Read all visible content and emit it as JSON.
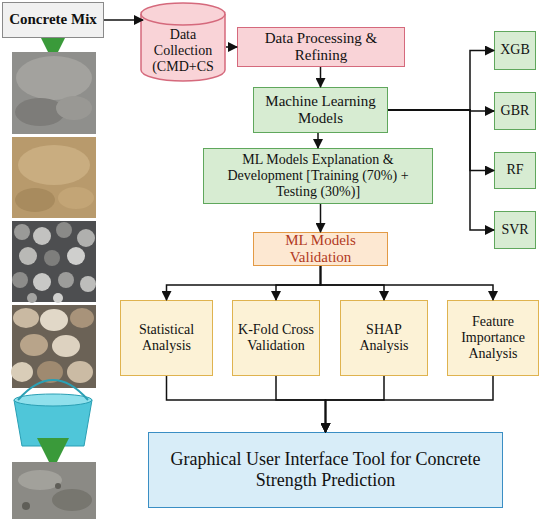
{
  "diagram": {
    "nodes": [
      {
        "text": [
          "Concrete Mix"
        ]
      },
      {
        "text": [
          "Data Collection (CMD+CS"
        ]
      },
      {
        "text": [
          "Data Processing & Refining"
        ]
      },
      {
        "text": [
          "Machine Learning Models"
        ]
      },
      {
        "text": [
          "XGB"
        ]
      },
      {
        "text": [
          "GBR"
        ]
      },
      {
        "text": [
          "RF"
        ]
      },
      {
        "text": [
          "SVR"
        ]
      },
      {
        "text": [
          "ML Models Explanation & Development [Training (70%) + Testing (30%)]"
        ]
      },
      {
        "text": [
          "ML Models Validation"
        ]
      },
      {
        "text": [
          "Statistical Analysis"
        ]
      },
      {
        "text": [
          "K-Fold Cross Validation"
        ]
      },
      {
        "text": [
          "SHAP Analysis"
        ]
      },
      {
        "text": [
          "Feature Importance Analysis"
        ]
      },
      {
        "text": [
          "Graphical User Interface Tool for Concrete Strength Prediction"
        ]
      }
    ],
    "edges": [
      {
        "from": 0,
        "to": 1,
        "arrow": "to"
      },
      {
        "from": 1,
        "to": 2,
        "arrow": "to"
      },
      {
        "from": 2,
        "to": 3,
        "arrow": "to"
      },
      {
        "from": 3,
        "to": 4,
        "arrow": "to"
      },
      {
        "from": 3,
        "to": 5,
        "arrow": "to"
      },
      {
        "from": 3,
        "to": 6,
        "arrow": "to"
      },
      {
        "from": 3,
        "to": 7,
        "arrow": "to"
      },
      {
        "from": 3,
        "to": 8,
        "arrow": "to"
      },
      {
        "from": 8,
        "to": 9,
        "arrow": "to"
      },
      {
        "from": 9,
        "to": 10,
        "arrow": "to"
      },
      {
        "from": 9,
        "to": 11,
        "arrow": "to"
      },
      {
        "from": 9,
        "to": 12,
        "arrow": "to"
      },
      {
        "from": 9,
        "to": 13,
        "arrow": "to"
      },
      {
        "from": 10,
        "to": 14,
        "arrow": "to"
      },
      {
        "from": 11,
        "to": 14,
        "arrow": "to"
      },
      {
        "from": 12,
        "to": 14,
        "arrow": "to"
      },
      {
        "from": 13,
        "to": 14,
        "arrow": "to"
      }
    ]
  }
}
